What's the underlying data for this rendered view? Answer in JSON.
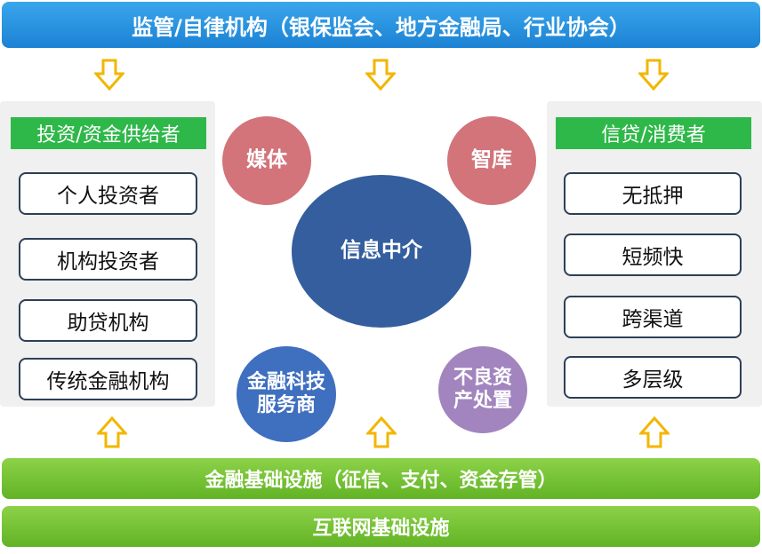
{
  "top_bar": {
    "label": "监管/自律机构（银保监会、地方金融局、行业协会）"
  },
  "left_panel": {
    "title": "投资/资金供给者",
    "items": [
      "个人投资者",
      "机构投资者",
      "助贷机构",
      "传统金融机构"
    ]
  },
  "right_panel": {
    "title": "信贷/消费者",
    "items": [
      "无抵押",
      "短频快",
      "跨渠道",
      "多层级"
    ]
  },
  "circles": {
    "media": "媒体",
    "think_tank": "智库",
    "center": "信息中介",
    "fintech_line1": "金融科技",
    "fintech_line2": "服务商",
    "npa_line1": "不良资",
    "npa_line2": "产处置"
  },
  "bottom_bars": {
    "financial_infra": "金融基础设施（征信、支付、资金存管）",
    "internet_infra": "互联网基础设施"
  },
  "colors": {
    "top_bar": "#1c82d4",
    "green_bar": "#62b325",
    "panel_title": "#2fb84a",
    "pink_circle": "#d2747a",
    "center_circle": "#345e9e",
    "fintech_circle": "#3f6fbf",
    "npa_circle": "#a285bf",
    "arrow_fill": "#ffffff",
    "arrow_stroke": "#f2b600"
  }
}
